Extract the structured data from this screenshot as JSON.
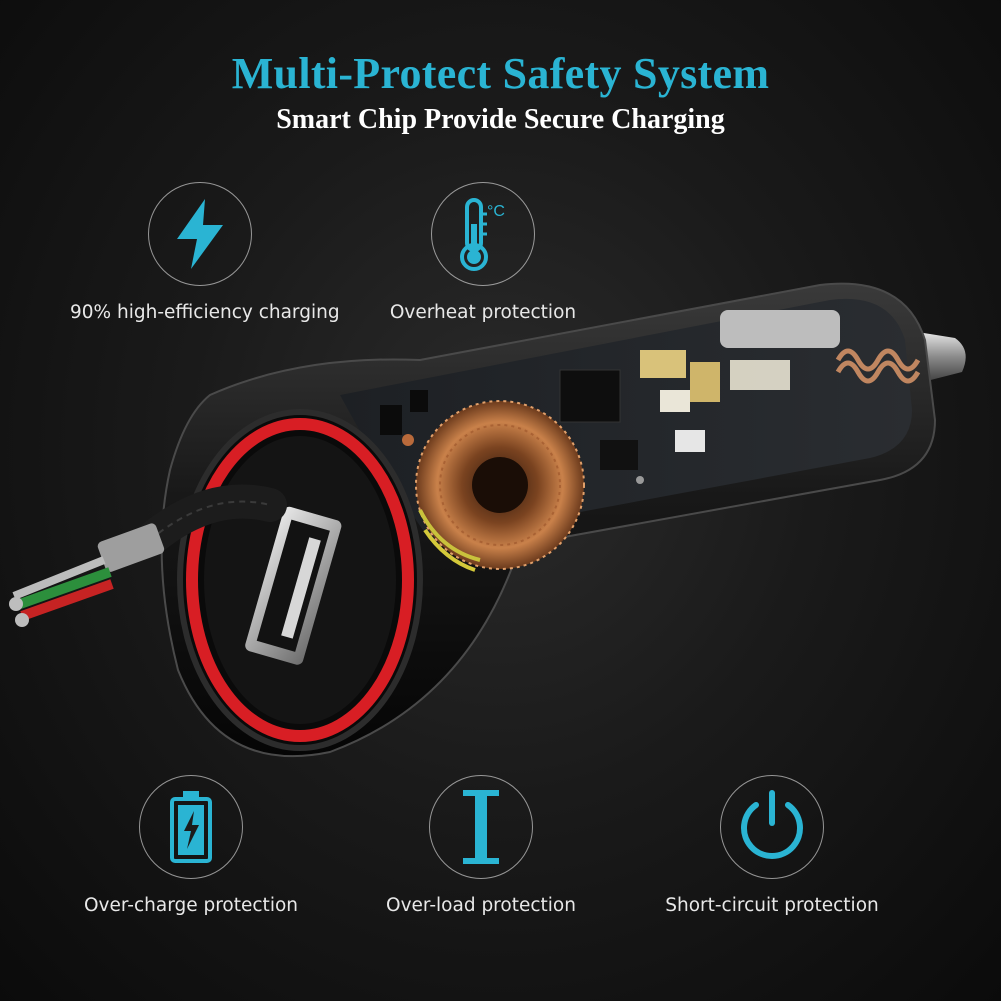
{
  "heading": {
    "title": "Multi-Protect Safety System",
    "subtitle": "Smart Chip Provide Secure Charging"
  },
  "features": [
    {
      "icon": "lightning-bolt-icon",
      "label": "90% high-efficiency charging"
    },
    {
      "icon": "thermometer-icon",
      "label": "Overheat protection",
      "unit": "°C"
    },
    {
      "icon": "battery-charge-icon",
      "label": "Over-charge protection"
    },
    {
      "icon": "overload-bar-icon",
      "label": "Over-load protection"
    },
    {
      "icon": "power-icon",
      "label": "Short-circuit protection"
    }
  ],
  "colors": {
    "accent": "#2ab4d3",
    "ring_red": "#d81e24",
    "background": "#1a1a1a"
  }
}
